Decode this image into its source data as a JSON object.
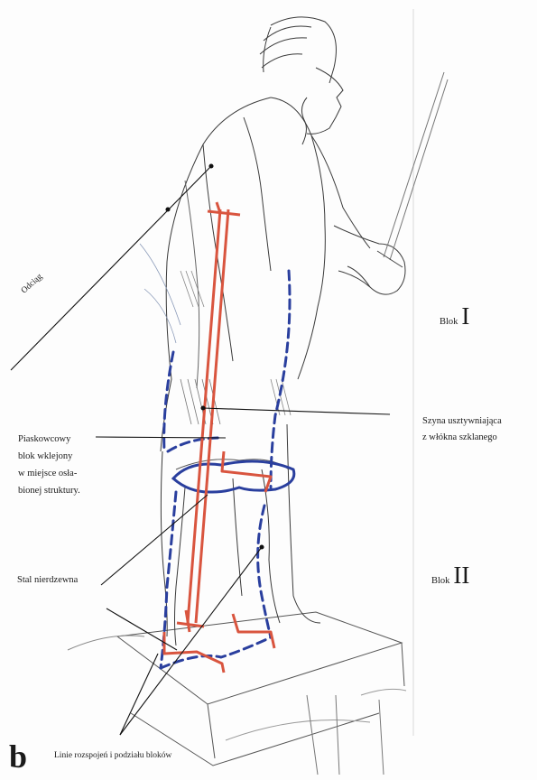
{
  "figure_letter": "b",
  "labels": {
    "guy_wire": "Odciąg",
    "sandstone_block": [
      "Piaskowcowy",
      "blok wklejony",
      "w miejsce osła-",
      "bionej struktury."
    ],
    "fiberglass_rail": [
      "Szyna usztywniająca",
      "z włókna szklanego"
    ],
    "stainless_steel": "Stal nierdzewna",
    "split_lines": "Linie rozspojeń i podziału bloków"
  },
  "blocks": [
    {
      "word": "Blok",
      "numeral": "I"
    },
    {
      "word": "Blok",
      "numeral": "II"
    }
  ],
  "colors": {
    "steel_red": "#d9553f",
    "split_blue": "#2a3f9e",
    "pencil": "#3a3a3a",
    "leader": "#111111"
  }
}
